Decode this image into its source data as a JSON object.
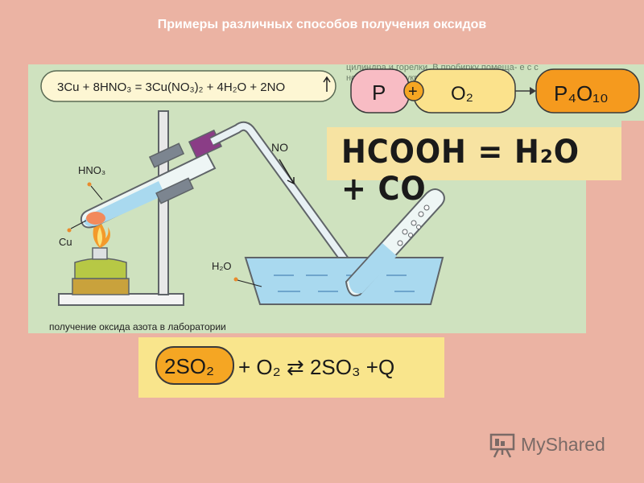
{
  "slide": {
    "title": "Примеры различных способов получения оксидов"
  },
  "lab": {
    "equation": "3Cu + 8HNO₃ = 3Cu(NO₃)₂ + 4H₂O + 2NO",
    "labels": {
      "hno3": "HNO₃",
      "cu": "Cu",
      "no": "NO",
      "h2o": "H₂O"
    },
    "caption": "получение оксида азота в лаборатории",
    "colors": {
      "background": "#cfe2bf",
      "water": "#a9d9ef",
      "apparatus": "#6e7378",
      "flame": "#f39a2b"
    }
  },
  "scheme": {
    "background_text": "цилиндра и горелки. В пробирку помеща- е с с ной трубкой и укрепляется в штативе.",
    "reactant_1": "P",
    "operator": "+",
    "reactant_2": "O₂",
    "product": "P₄O₁₀",
    "colors": {
      "reactant_fill": "#f8bcc4",
      "operator_fill": "#f5a623",
      "reactant_2_fill": "#fbe28c",
      "product_fill": "#f59a1e"
    }
  },
  "formula_hcooh": {
    "text": "HCOOH = H₂O + CO"
  },
  "formula_so2": {
    "reactant_highlight": "2SO₂",
    "rest": "+ O₂ ⇄ 2SO₃ +Q",
    "colors": {
      "background": "#f9e58c",
      "highlight": "#f5a623"
    }
  },
  "watermark": {
    "text": "MyShared",
    "icon": "presentation-board-icon"
  }
}
